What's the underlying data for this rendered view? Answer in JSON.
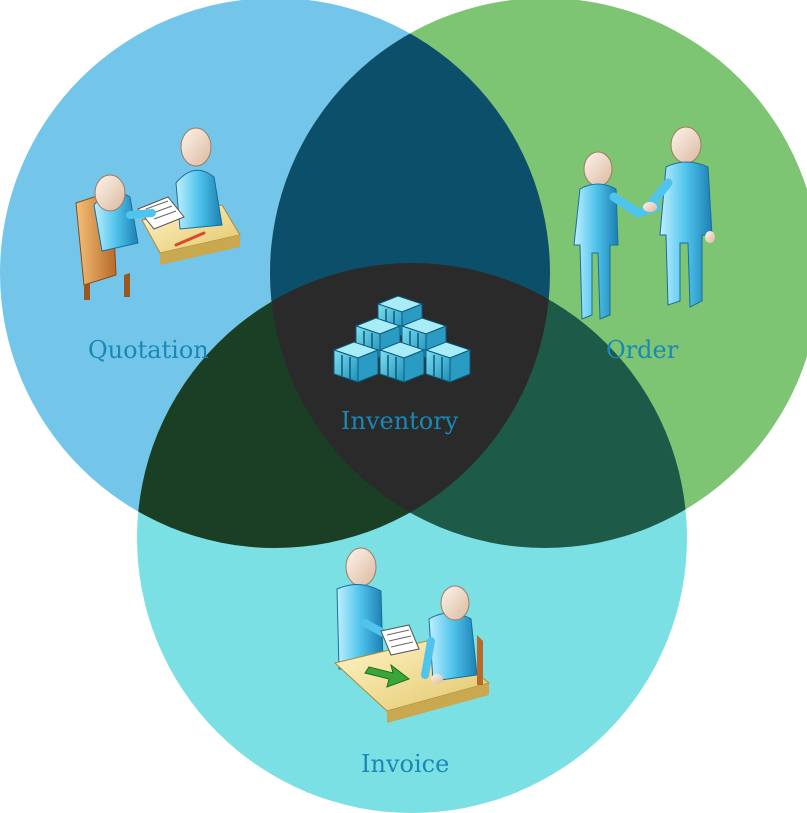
{
  "labels": {
    "quotation": "Quotation",
    "order": "Order",
    "invoice": "Invoice",
    "inventory": "Inventory"
  },
  "icons": {
    "quotation": "quotation-meeting-icon",
    "order": "handshake-icon",
    "invoice": "invoice-handover-icon",
    "inventory": "stacked-boxes-icon"
  },
  "colors": {
    "quotation_circle": "#73c6ea",
    "order_circle": "#7dc473",
    "invoice_circle": "#7ae0e4",
    "quotation_order_overlap": "#0c4f6a",
    "quotation_invoice_overlap": "#1b3f24",
    "order_invoice_overlap": "#1e5a48",
    "center_overlap": "#2a2a2a",
    "label_text": "#1a88b4"
  }
}
